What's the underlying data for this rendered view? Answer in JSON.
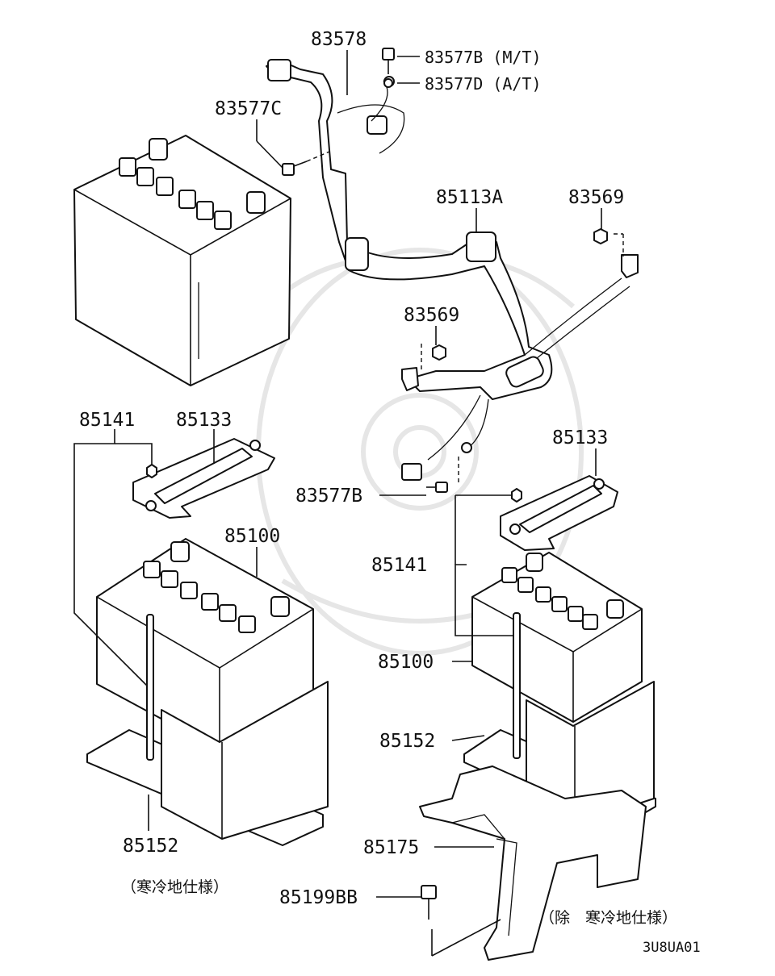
{
  "labels": {
    "p83578": "83578",
    "p83577b_mt": "83577B (M/T)",
    "p83577d_at": "83577D (A/T)",
    "p83577c": "83577C",
    "p85113a": "85113A",
    "p83569_right": "83569",
    "p83569_center": "83569",
    "p85141_left": "85141",
    "p85133_left": "85133",
    "p83577b_lower": "83577B",
    "p85133_right": "85133",
    "p85100_left": "85100",
    "p85141_right": "85141",
    "p85100_right": "85100",
    "p85152_right": "85152",
    "p85152_left": "85152",
    "p85175": "85175",
    "p85199bb": "85199BB"
  },
  "notes": {
    "cold_climate_spec": "（寒冷地仕様）",
    "except_cold_climate_spec": "（除　寒冷地仕様）"
  },
  "diagram_code": "3U8UA01"
}
